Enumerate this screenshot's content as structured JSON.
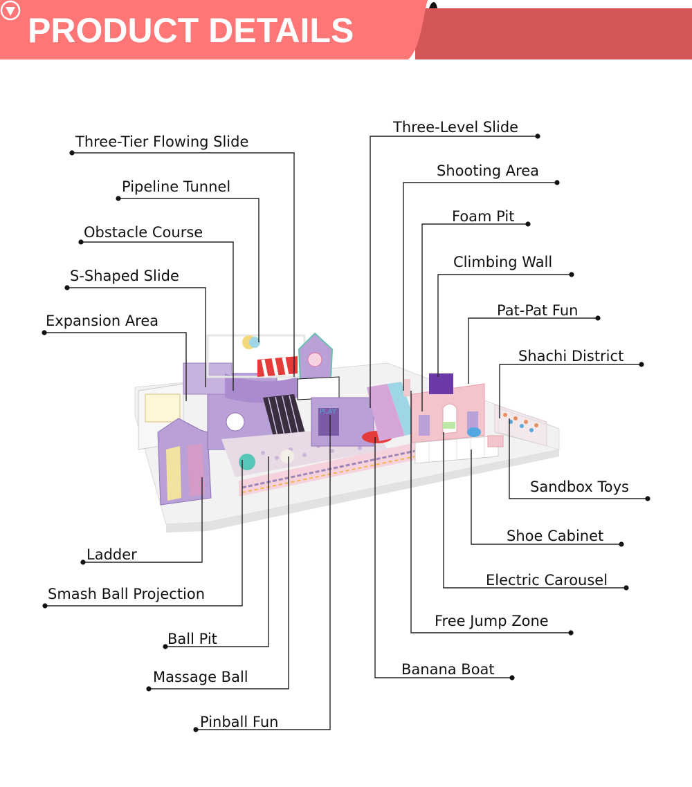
{
  "header": {
    "title": "PRODUCT DETAILS",
    "icon": "circle-down-triangle-icon",
    "colors": {
      "tab": "#ff7676",
      "bar": "#d35757",
      "text": "#ffffff"
    }
  },
  "diagram": {
    "subject": "Indoor soft play playground (pastel purple/pink theme)",
    "line_color": "#222222",
    "labels_left": [
      {
        "id": "three-tier-flowing-slide",
        "text": "Three-Tier Flowing Slide"
      },
      {
        "id": "pipeline-tunnel",
        "text": "Pipeline Tunnel"
      },
      {
        "id": "obstacle-course",
        "text": "Obstacle Course"
      },
      {
        "id": "s-shaped-slide",
        "text": "S-Shaped Slide"
      },
      {
        "id": "expansion-area",
        "text": "Expansion Area"
      },
      {
        "id": "ladder",
        "text": "Ladder"
      },
      {
        "id": "smash-ball-projection",
        "text": "Smash Ball Projection"
      },
      {
        "id": "ball-pit",
        "text": "Ball Pit"
      },
      {
        "id": "massage-ball",
        "text": "Massage Ball"
      },
      {
        "id": "pinball-fun",
        "text": "Pinball Fun"
      }
    ],
    "labels_right": [
      {
        "id": "three-level-slide",
        "text": "Three-Level Slide"
      },
      {
        "id": "shooting-area",
        "text": "Shooting Area"
      },
      {
        "id": "foam-pit",
        "text": "Foam Pit"
      },
      {
        "id": "climbing-wall",
        "text": "Climbing Wall"
      },
      {
        "id": "pat-pat-fun",
        "text": "Pat-Pat Fun"
      },
      {
        "id": "shachi-district",
        "text": "Shachi District"
      },
      {
        "id": "sandbox-toys",
        "text": "Sandbox Toys"
      },
      {
        "id": "shoe-cabinet",
        "text": "Shoe Cabinet"
      },
      {
        "id": "electric-carousel",
        "text": "Electric Carousel"
      },
      {
        "id": "free-jump-zone",
        "text": "Free Jump Zone"
      },
      {
        "id": "banana-boat",
        "text": "Banana Boat"
      }
    ]
  }
}
